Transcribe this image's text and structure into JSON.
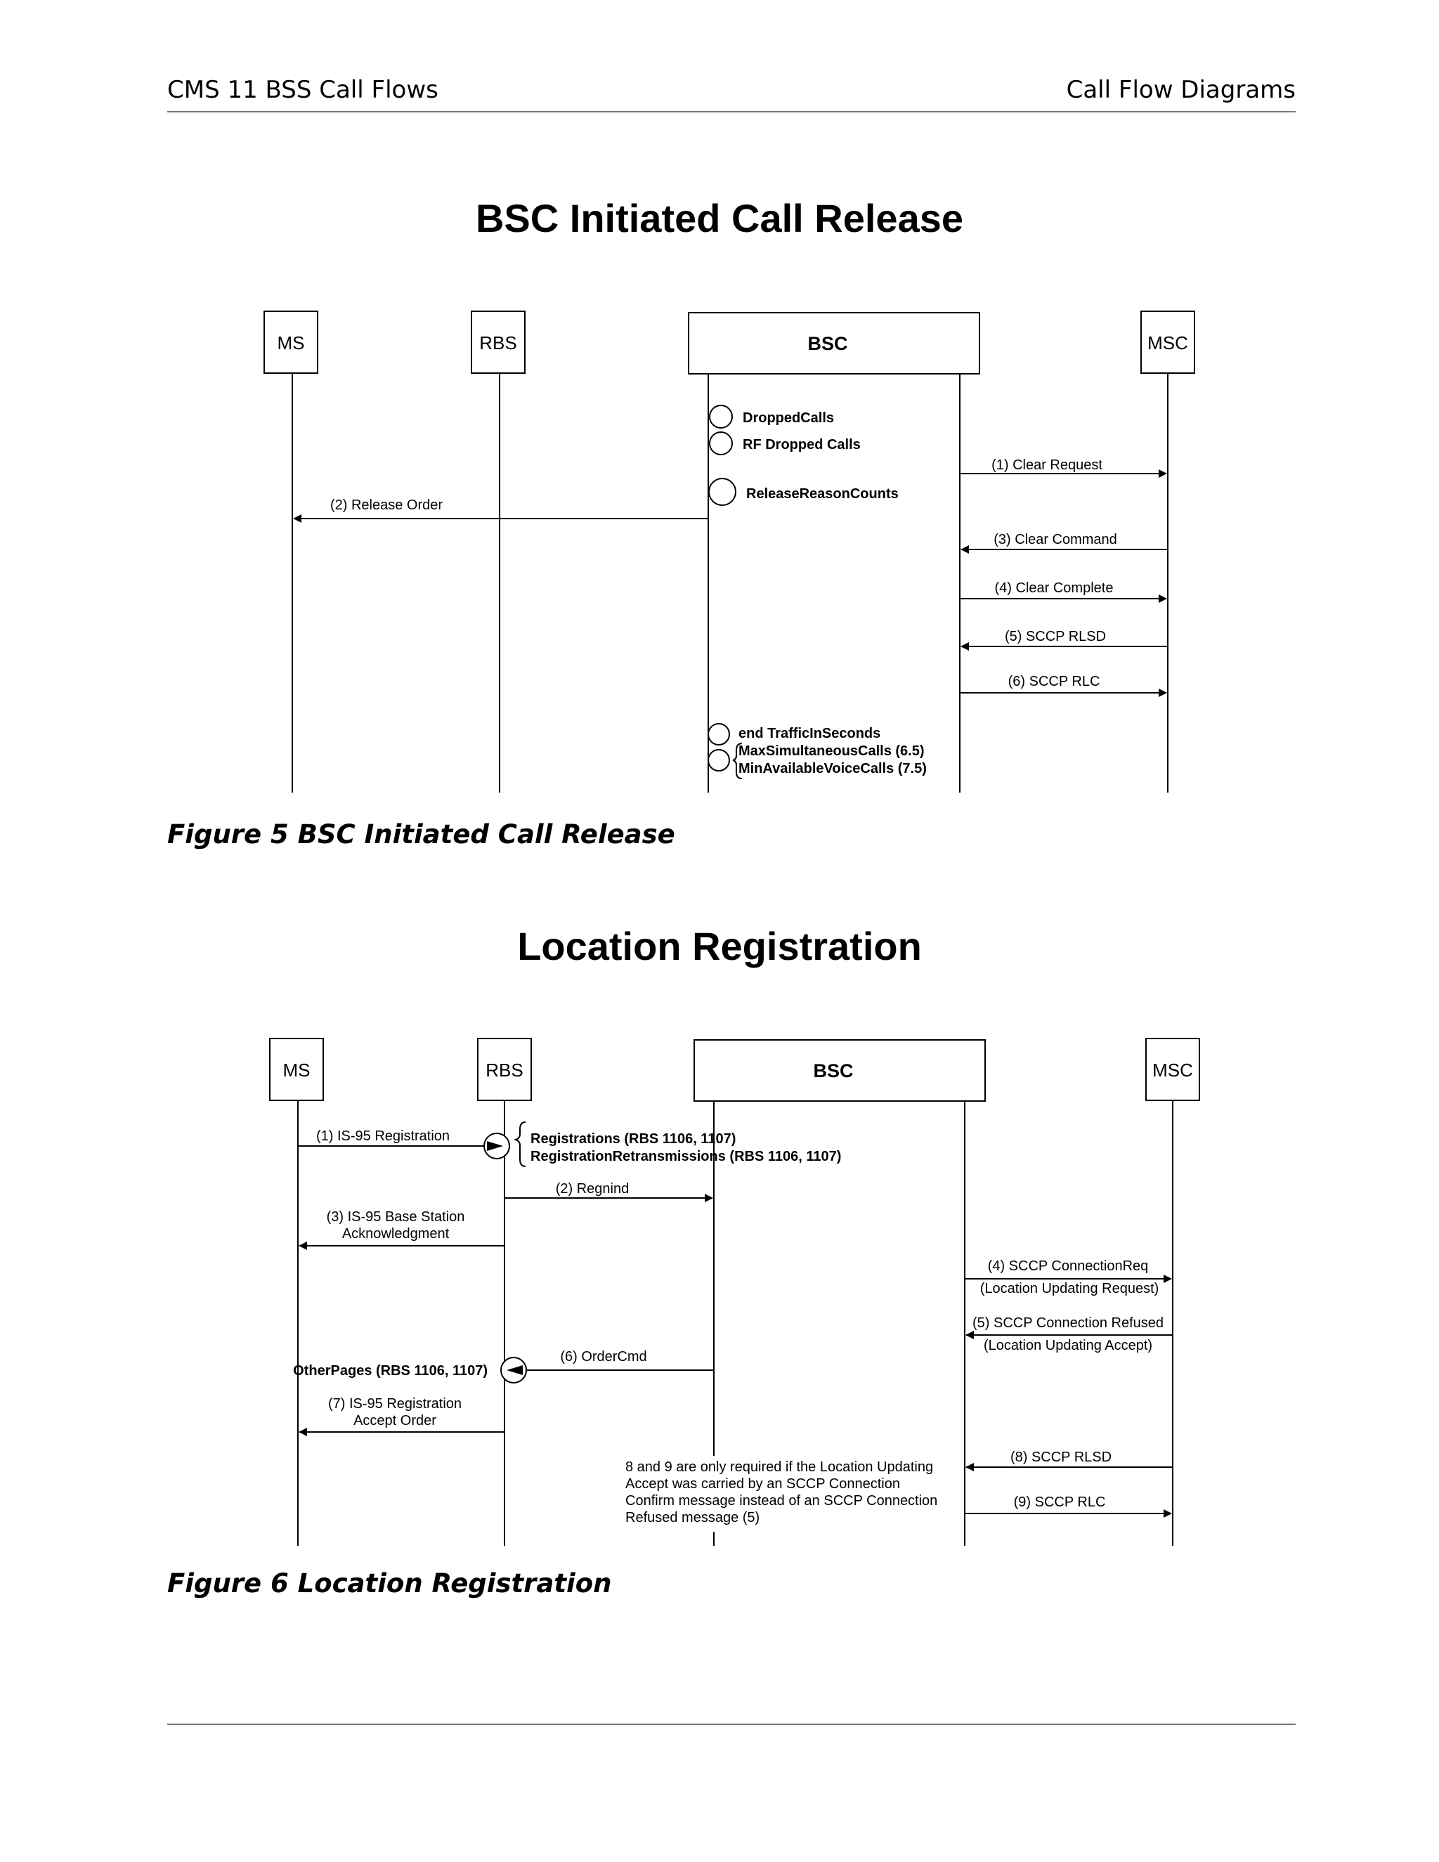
{
  "header": {
    "left": "CMS 11 BSS Call Flows",
    "right": "Call Flow Diagrams"
  },
  "figure5": {
    "title": "BSC Initiated Call Release",
    "caption": "Figure 5  BSC Initiated Call Release",
    "entities": {
      "ms": "MS",
      "rbs": "RBS",
      "bsc": "BSC",
      "msc": "MSC"
    },
    "counters": {
      "dropped_calls": "DroppedCalls",
      "rf_dropped_calls": "RF Dropped Calls",
      "release_reason_counts": "ReleaseReasonCounts",
      "end_traffic": "end TrafficInSeconds",
      "max_simultaneous": "MaxSimultaneousCalls (6.5)",
      "min_available": "MinAvailableVoiceCalls (7.5)"
    },
    "messages": {
      "m1": "(1) Clear Request",
      "m2": "(2) Release Order",
      "m3": "(3) Clear Command",
      "m4": "(4) Clear Complete",
      "m5": "(5) SCCP RLSD",
      "m6": "(6) SCCP RLC"
    }
  },
  "figure6": {
    "title": "Location Registration",
    "caption": "Figure 6  Location Registration",
    "entities": {
      "ms": "MS",
      "rbs": "RBS",
      "bsc": "BSC",
      "msc": "MSC"
    },
    "counters": {
      "registrations": "Registrations (RBS 1106, 1107)",
      "registration_retransmissions": "RegistrationRetransmissions (RBS 1106, 1107)",
      "other_pages": "OtherPages (RBS 1106, 1107)"
    },
    "messages": {
      "m1": "(1) IS-95 Registration",
      "m2": "(2) Regnind",
      "m3_line1": "(3) IS-95 Base Station",
      "m3_line2": "Acknowledgment",
      "m4_line1": "(4) SCCP ConnectionReq",
      "m4_line2": "(Location Updating Request)",
      "m5_line1": "(5) SCCP Connection Refused",
      "m5_line2": "(Location Updating Accept)",
      "m6": "(6) OrderCmd",
      "m7_line1": "(7) IS-95 Registration",
      "m7_line2": "Accept Order",
      "m8": "(8) SCCP RLSD",
      "m9": "(9) SCCP RLC"
    },
    "note": [
      "8 and 9 are only required if the Location Updating",
      "Accept was carried by an SCCP Connection",
      "Confirm message instead of an SCCP Connection",
      "Refused message (5)"
    ]
  }
}
